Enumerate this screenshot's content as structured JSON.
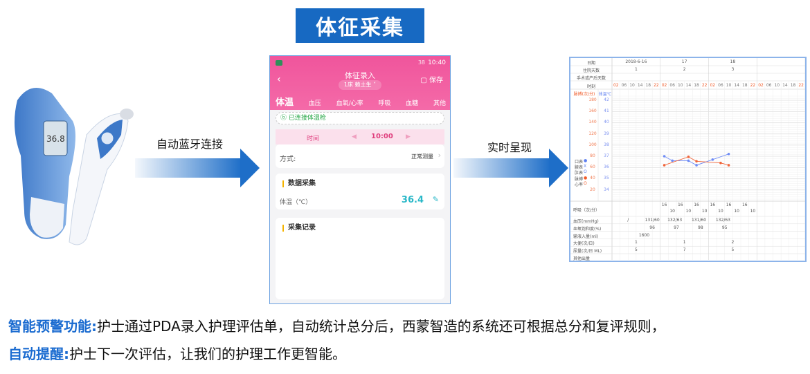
{
  "title": "体征采集",
  "arrow1_label": "自动蓝牙连接",
  "arrow2_label": "实时呈现",
  "thermometer": {
    "display": "36.8"
  },
  "phone": {
    "status_time": "10:40",
    "status_battery": "38",
    "header_title": "体征录入",
    "patient_select": "1床 赖土生",
    "save_label": "保存",
    "tabs": [
      "体温",
      "血压",
      "血氧/心率",
      "呼吸",
      "血糖",
      "其他"
    ],
    "connected_text": "已连接体温枪",
    "time_label": "时间",
    "time_value": "10:00",
    "method_label": "方式:",
    "method_value": "正常测量",
    "data_section": "数据采集",
    "temp_label": "体温（℃）",
    "temp_value": "36.4",
    "record_section": "采集记录"
  },
  "chart_data": {
    "type": "line",
    "header_rows": [
      {
        "label": "日期",
        "days": [
          "2018-6-16",
          "17",
          "18",
          ""
        ]
      },
      {
        "label": "住院天数",
        "days": [
          "1",
          "2",
          "3",
          ""
        ]
      },
      {
        "label": "手术或产后天数",
        "days": [
          "",
          "",
          "",
          ""
        ]
      }
    ],
    "time_label": "时刻",
    "times": [
      "02",
      "06",
      "10",
      "14",
      "18",
      "22"
    ],
    "pulse_axis_label": "脉搏(次/分)",
    "temp_axis_label": "体温℃",
    "pulse_ticks": [
      180,
      160,
      140,
      120,
      100,
      80,
      60,
      40,
      20
    ],
    "temp_ticks": [
      42,
      41,
      40,
      39,
      38,
      37,
      36,
      35,
      34
    ],
    "legend": [
      {
        "label": "口表",
        "mark": "●",
        "color": "#5b7df0"
      },
      {
        "label": "腋表",
        "mark": "X",
        "color": "#5b7df0"
      },
      {
        "label": "肛表",
        "mark": "O",
        "color": "#5b7df0"
      },
      {
        "label": "脉搏",
        "mark": "●",
        "color": "#f05a28"
      },
      {
        "label": "心率",
        "mark": "O",
        "color": "#f05a28"
      }
    ],
    "series": [
      {
        "name": "体温",
        "color": "#6f8cf5",
        "slots": [
          6,
          7,
          9,
          10,
          12,
          14
        ],
        "values": [
          37.0,
          36.6,
          36.6,
          36.2,
          36.7,
          37.2
        ]
      },
      {
        "name": "脉搏",
        "color": "#f0653a",
        "slots": [
          6,
          9,
          10,
          13,
          14
        ],
        "values": [
          64,
          79,
          71,
          68,
          64
        ]
      }
    ],
    "bottom_rows": [
      {
        "label": "呼吸（次/分）",
        "entries": [
          [
            6,
            "16"
          ],
          [
            7,
            "10"
          ],
          [
            8,
            "16"
          ],
          [
            9,
            "10"
          ],
          [
            10,
            "16"
          ],
          [
            11,
            "10"
          ],
          [
            12,
            "16"
          ],
          [
            13,
            "10"
          ],
          [
            14,
            "16"
          ],
          [
            15,
            "10"
          ],
          [
            16,
            "16"
          ],
          [
            17,
            "10"
          ]
        ]
      },
      {
        "label": "血压(mmHg)",
        "entries": [
          [
            1.5,
            "/"
          ],
          [
            4.5,
            "131/60"
          ],
          [
            7.3,
            "132/63"
          ],
          [
            10.3,
            "131/60"
          ],
          [
            13.3,
            "132/63"
          ]
        ]
      },
      {
        "label": "血氧饱和度(%)",
        "entries": [
          [
            4.5,
            "96"
          ],
          [
            7.5,
            "97"
          ],
          [
            10.5,
            "98"
          ],
          [
            13.5,
            "95"
          ]
        ]
      },
      {
        "label": "输液入量(ml)",
        "entries": [
          [
            3.5,
            "1600"
          ]
        ]
      },
      {
        "label": "大便(次/日)",
        "entries": [
          [
            2.5,
            "1"
          ],
          [
            8.5,
            "1"
          ],
          [
            14.5,
            "2"
          ]
        ]
      },
      {
        "label": "尿量(次/日 ML)",
        "entries": [
          [
            2.5,
            "5"
          ],
          [
            8.5,
            "7"
          ],
          [
            14.5,
            "5"
          ]
        ]
      },
      {
        "label": "其他出量",
        "entries": []
      }
    ],
    "ylim_temp": [
      34,
      42
    ],
    "ylim_pulse": [
      20,
      180
    ]
  },
  "bottom_text": {
    "line1_label": "智能预警功能:",
    "line1_text": "护士通过PDA录入护理评估单，自动统计总分后，西蒙智造的系统还可根据总分和复评规则，",
    "line2_label": "自动提醒:",
    "line2_text": "护士下一次评估，让我们的护理工作更智能。"
  }
}
